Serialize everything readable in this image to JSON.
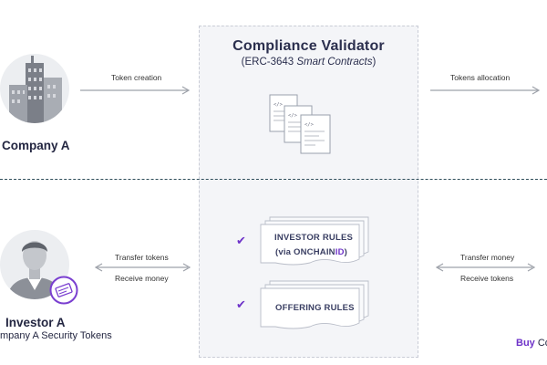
{
  "validator": {
    "title": "Compliance Validator",
    "subtitle_open": "(ERC-3643 ",
    "subtitle_italic": "Smart Contracts",
    "subtitle_close": ")"
  },
  "top": {
    "entity_label": "Company A",
    "arrow_left_label": "Token creation",
    "arrow_right_label": "Tokens allocation"
  },
  "bottom": {
    "entity_label": "Investor A",
    "entity_sub": "mpany A Security Tokens",
    "left_labels": [
      "Transfer tokens",
      "Receive money"
    ],
    "right_labels": [
      "Transfer money",
      "Receive tokens"
    ],
    "buy_prefix": "Buy",
    "buy_rest": " Co"
  },
  "rules": {
    "investor_line1": "INVESTOR RULES",
    "investor_line2_prefix": "(via ONCHAIN",
    "investor_line2_hl": "ID",
    "investor_line2_suffix": ")",
    "offering": "OFFERING  RULES"
  },
  "colors": {
    "accent": "#6e33c9",
    "navy": "#2b2f4e",
    "panel": "#f4f5f8",
    "divider": "#2f4d5a"
  },
  "icons": [
    "building-icon",
    "documents-icon",
    "investor-avatar-icon",
    "token-badge-icon",
    "check-icon"
  ]
}
